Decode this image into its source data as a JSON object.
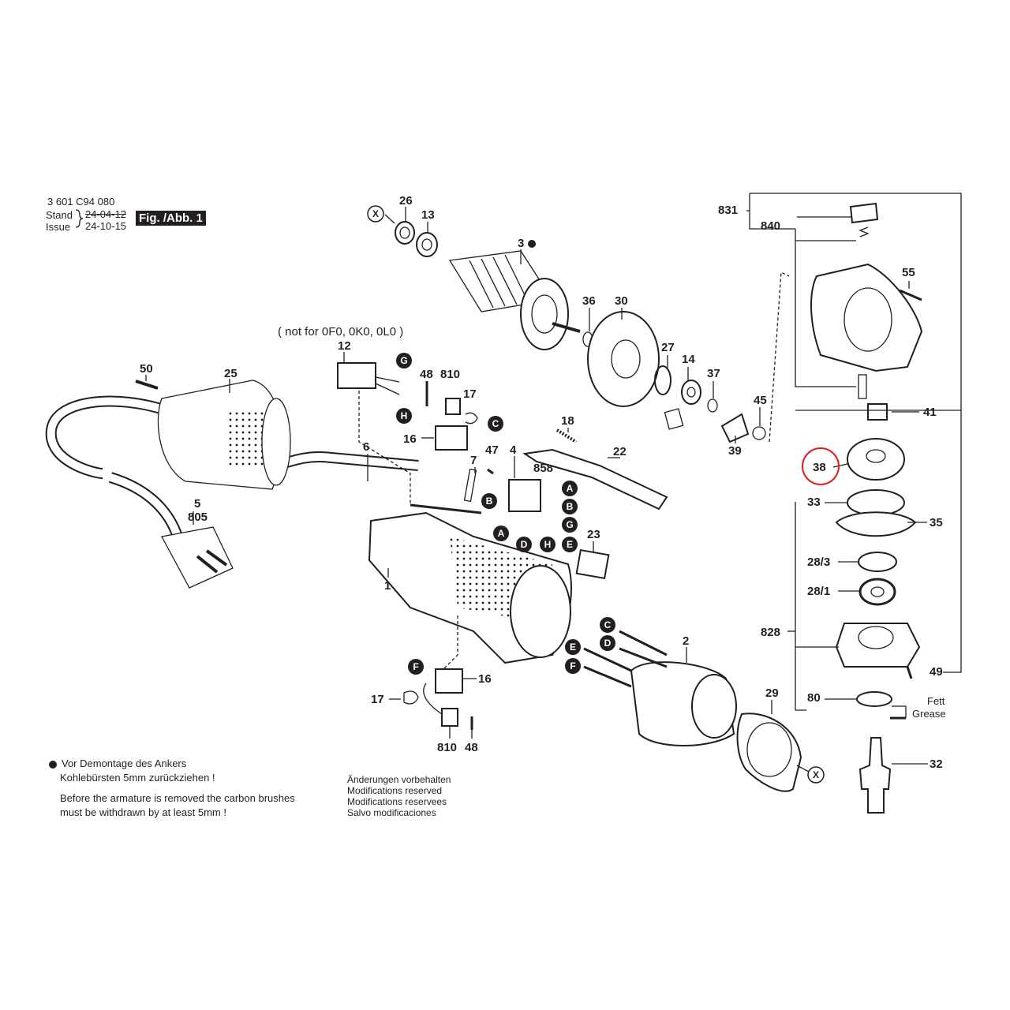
{
  "header": {
    "part_number": "3 601 C94 080",
    "stand_label": "Stand",
    "stand_date": "24-04-12",
    "issue_label": "Issue",
    "issue_date": "24-10-15",
    "figure_label": "Fig. /Abb. 1"
  },
  "note_not_for": "( not for 0F0, 0K0, 0L0 )",
  "fett_label": "Fett",
  "grease_label": "Grease",
  "notes": {
    "de_line1": "Vor Demontage des Ankers",
    "de_line2": "Kohlebürsten 5mm zurückziehen !",
    "en_line1": "Before the armature is removed the carbon brushes",
    "en_line2": "must be withdrawn by at least 5mm !"
  },
  "modifications": [
    "Änderungen vorbehalten",
    "Modifications reserved",
    "Modifications reservees",
    "Salvo modificaciones"
  ],
  "highlighted_part": "38",
  "highlight_color": "#e0201b",
  "part_labels": [
    "26",
    "13",
    "3",
    "36",
    "30",
    "27",
    "14",
    "37",
    "45",
    "39",
    "12",
    "48",
    "810",
    "17",
    "16",
    "50",
    "25",
    "6",
    "7",
    "47",
    "4",
    "858",
    "18",
    "22",
    "23",
    "5",
    "805",
    "1",
    "2",
    "29",
    "831",
    "840",
    "55",
    "41",
    "38",
    "33",
    "35",
    "28/3",
    "28/1",
    "828",
    "49",
    "80",
    "32"
  ],
  "connector_letters": [
    "A",
    "B",
    "C",
    "D",
    "E",
    "F",
    "G",
    "H",
    "X"
  ]
}
